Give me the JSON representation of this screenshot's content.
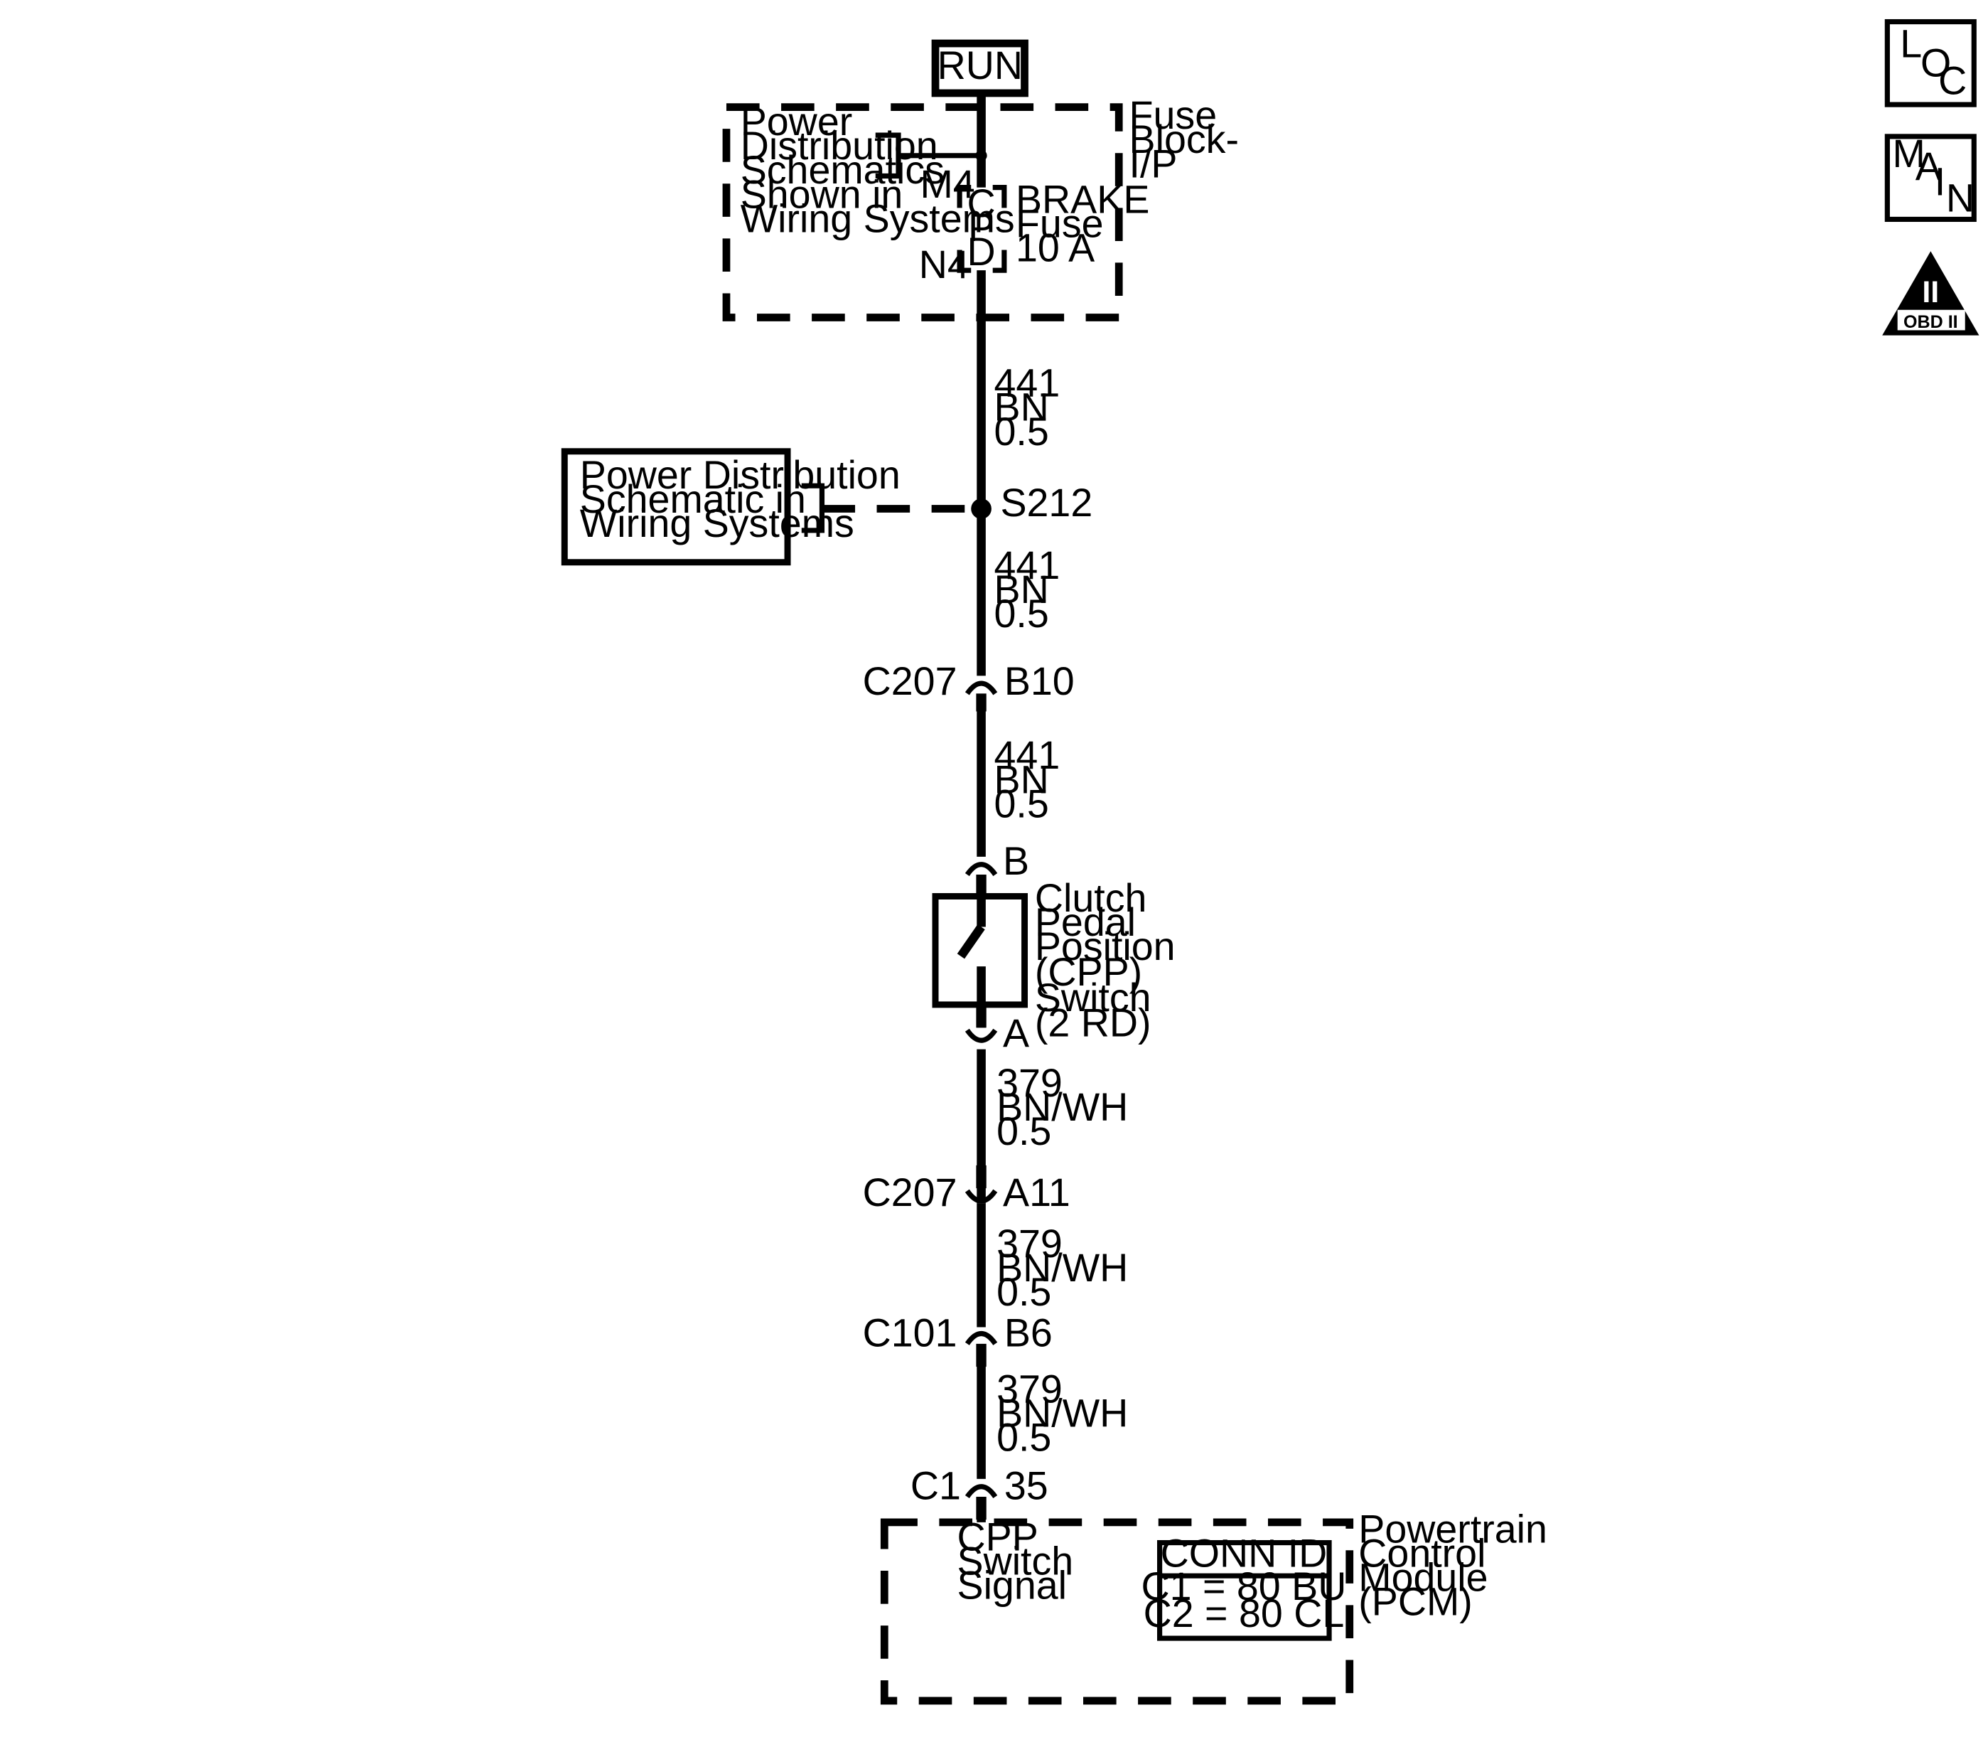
{
  "icons": {
    "loc": [
      "L",
      "O",
      "C"
    ],
    "main": [
      "M",
      "A",
      "I",
      "N"
    ],
    "obd": {
      "numeral": "II",
      "label": "OBD II"
    }
  },
  "run_label": "RUN",
  "fuse_block": {
    "name": [
      "Fuse",
      "Block-",
      "I/P"
    ],
    "power_note": [
      "Power",
      "Distribution",
      "Schematics",
      "Shown in",
      "Wiring Systems"
    ],
    "pin_top": "M4",
    "pin_bottom": "N4",
    "fuse_letters": [
      "C",
      "P",
      "D"
    ],
    "fuse_label": [
      "BRAKE",
      "Fuse",
      "10 A"
    ]
  },
  "splice": {
    "id": "S212",
    "ref_box": [
      "Power Distribution",
      "Schematic in",
      "Wiring Systems"
    ]
  },
  "wires": [
    [
      "441",
      "BN",
      "0.5"
    ],
    [
      "441",
      "BN",
      "0.5"
    ],
    [
      "441",
      "BN",
      "0.5"
    ],
    [
      "379",
      "BN/WH",
      "0.5"
    ],
    [
      "379",
      "BN/WH",
      "0.5"
    ],
    [
      "379",
      "BN/WH",
      "0.5"
    ]
  ],
  "connectors": [
    {
      "name": "C207",
      "pin": "B10"
    },
    {
      "name": "C207",
      "pin": "A11"
    },
    {
      "name": "C101",
      "pin": "B6"
    },
    {
      "name": "C1",
      "pin": "35"
    }
  ],
  "switch": {
    "pin_top": "B",
    "pin_bottom": "A",
    "label": [
      "Clutch",
      "Pedal",
      "Position",
      "(CPP)",
      "Switch",
      "(2 RD)"
    ]
  },
  "pcm": {
    "signal": [
      "CPP",
      "Switch",
      "Signal"
    ],
    "name": [
      "Powertrain",
      "Control",
      "Module",
      "(PCM)"
    ],
    "conn_id": {
      "title": "CONN ID",
      "rows": [
        "C1 = 80 BU",
        "C2 = 80 CL"
      ]
    }
  }
}
